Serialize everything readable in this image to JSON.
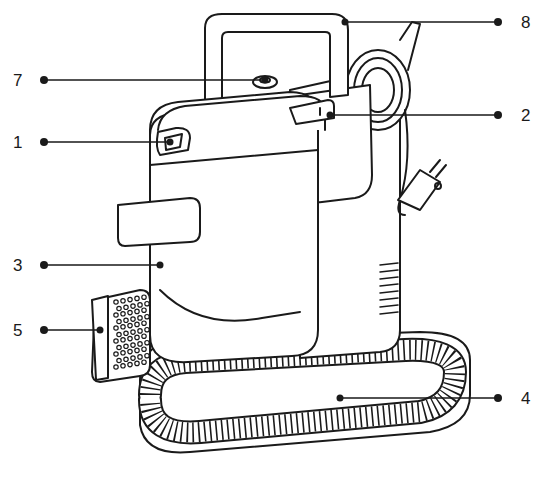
{
  "diagram": {
    "labels": [
      "8",
      "7",
      "2",
      "1",
      "3",
      "5",
      "4"
    ]
  }
}
